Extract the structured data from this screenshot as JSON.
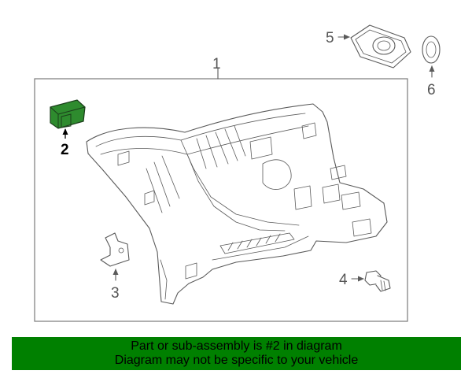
{
  "callouts": {
    "c1": "1",
    "c2": "2",
    "c3": "3",
    "c4": "4",
    "c5": "5",
    "c6": "6"
  },
  "highlighted_part": "2",
  "colors": {
    "highlight": "#2e8b2e",
    "banner": "#008000",
    "linework": "#5a5a5a"
  },
  "banner": {
    "line1": "Part or sub-assembly is #2 in diagram",
    "line2": "Diagram may not be specific to your vehicle"
  }
}
